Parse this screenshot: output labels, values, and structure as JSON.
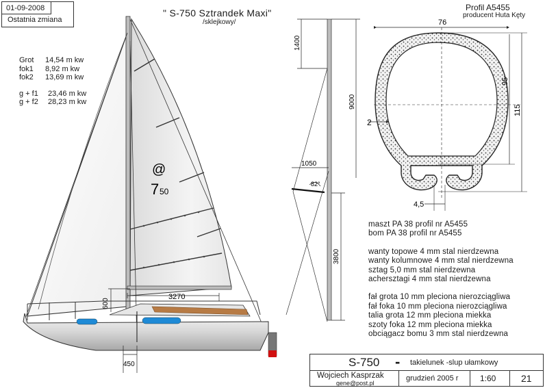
{
  "header": {
    "date": "01-09-2008",
    "change_label": "Ostatnia zmiana",
    "title": "\" S-750 Sztrandek Maxi\"",
    "subtitle": "/sklejkowy/"
  },
  "sail_areas": [
    {
      "label": "Grot",
      "value": "14,54 m kw"
    },
    {
      "label": "fok1",
      "value": "8,92  m kw"
    },
    {
      "label": "fok2",
      "value": "13,69 m kw"
    },
    {
      "label": "g + f1",
      "value": "23,46 m kw"
    },
    {
      "label": "g + f2",
      "value": "28,23 m kw"
    }
  ],
  "sail_mark": {
    "symbol": "@",
    "number": "7",
    "sub": "50"
  },
  "dimensions": {
    "mast_top": "1400",
    "mast_total": "9000",
    "spreader": "1050",
    "angle": "82°",
    "mast_lower": "3800",
    "boom": "3270",
    "boom_height": "600",
    "base": "450"
  },
  "profile": {
    "title": "Profil A5455",
    "producer": "producent  Huta Kęty",
    "width": "76",
    "height_inner": "95",
    "height_total": "115",
    "wall": "2",
    "slot": "4,5"
  },
  "specs": [
    "maszt  PA 38 profil  nr  A5455",
    "bom  PA 38 profil  nr  A5455",
    "",
    "wanty topowe 4 mm stal nierdzewna",
    "wanty kolumnowe 4 mm stal nierdzewna",
    "sztag 5,0 mm stal nierdzewna",
    "achersztagi 4 mm stal nierdzewna",
    "",
    "fał grota 10 mm pleciona nierozciągliwa",
    "fał foka 10 mm pleciona nierozciągliwa",
    "talia grota 12 mm pleciona miekka",
    "szoty foka 12 mm pleciona miekka",
    "obciągacz bomu 3 mm stal nierdzewna"
  ],
  "title_block": {
    "model": "S-750",
    "dash": "-",
    "description": "takielunek -slup ułamkowy",
    "author": "Wojciech Kasprzak",
    "email": "gene@post.pl",
    "date": "grudzień  2005 r",
    "scale": "1:60",
    "sheet": "21"
  }
}
